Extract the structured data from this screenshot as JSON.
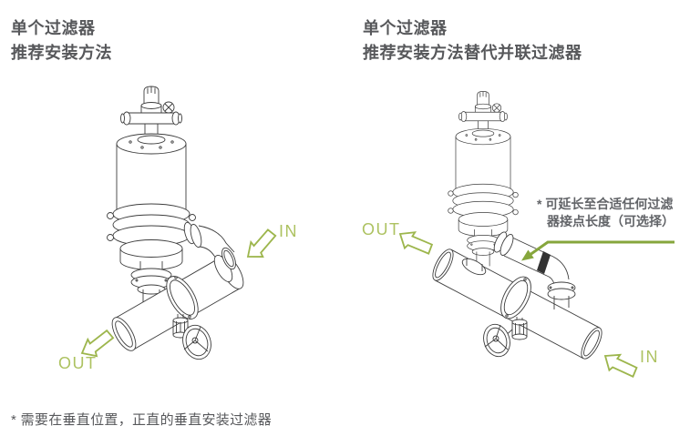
{
  "colors": {
    "text_gray": "#57585b",
    "annotation_gray": "#626468",
    "green_label": "#adc261",
    "green_arrow": "#9db64d",
    "green_callout": "#86a63c",
    "line_art": "#3d3d3d"
  },
  "left_panel": {
    "title_line1": "单个过滤器",
    "title_line2": "推荐安装方法",
    "in_label": "IN",
    "out_label": "OUT"
  },
  "right_panel": {
    "title_line1": "单个过滤器",
    "title_line2": "推荐安装方法替代并联过滤器",
    "in_label": "IN",
    "out_label": "OUT",
    "annotation_line1": "* 可延长至合适任何过滤",
    "annotation_line2": "器接点长度（可选择）"
  },
  "footnote": "* 需要在垂直位置，正直的垂直安装过滤器"
}
